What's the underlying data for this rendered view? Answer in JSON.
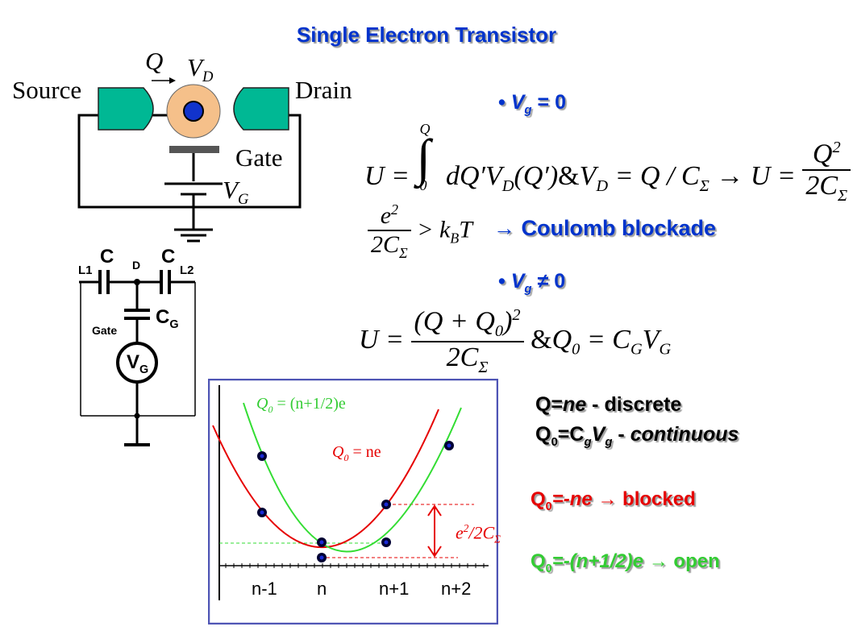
{
  "title": "Single Electron Transistor",
  "device": {
    "q_label": "Q",
    "vd_label": "V",
    "vd_sub": "D",
    "source_label": "Source",
    "drain_label": "Drain",
    "gate_label": "Gate",
    "vg_label": "V",
    "vg_sub": "G"
  },
  "circuit": {
    "l1": "L1",
    "c_left": "C",
    "d": "D",
    "c_right": "C",
    "l2": "L2",
    "cg": "C",
    "cg_sub": "G",
    "gate": "Gate",
    "vg": "V",
    "vg_sub": "G"
  },
  "section1": {
    "bullet": "•",
    "vg_label": "V",
    "vg_sub": "g",
    "condition": " = 0",
    "eq_lhs": "U =",
    "eq_int_upper": "Q",
    "eq_int_lower": "0",
    "eq_integrand": "dQ′V",
    "eq_integrand_sub": "D",
    "eq_integrand_arg": "(Q′)",
    "eq_and": "&",
    "eq_vd": "V",
    "eq_vd_sub": "D",
    "eq_vd_rhs": "= Q / C",
    "eq_sigma": "Σ",
    "eq_arrow": "→",
    "eq_u2": "U =",
    "eq_num": "Q",
    "eq_num_sup": "2",
    "eq_den": "2C",
    "eq_den_sub": "Σ",
    "ineq_num": "e",
    "ineq_num_sup": "2",
    "ineq_den": "2C",
    "ineq_den_sub": "Σ",
    "ineq_rhs": "> k",
    "ineq_rhs_sub": "B",
    "ineq_T": "T",
    "blockade": "→ Coulomb blockade"
  },
  "section2": {
    "bullet": "•",
    "vg_label": "V",
    "vg_sub": "g",
    "condition": " ≠ 0",
    "eq_lhs": "U =",
    "eq_num": "(Q + Q",
    "eq_num_sub": "0",
    "eq_num_close": ")",
    "eq_num_sup": "2",
    "eq_den": "2C",
    "eq_den_sub": "Σ",
    "eq_and": "&",
    "eq_q0": "Q",
    "eq_q0_sub": "0",
    "eq_rhs": "= C",
    "eq_rhs_sub": "G",
    "eq_rhs_v": "V",
    "eq_rhs_v_sub": "G"
  },
  "statements": {
    "s1_a": "Q=",
    "s1_b": "ne",
    "s1_c": " - discrete",
    "s2_a": "Q",
    "s2_a_sub": "0",
    "s2_b": "=C",
    "s2_b_sub": "g",
    "s2_c": "V",
    "s2_c_sub": "g",
    "s2_d": " - ",
    "s2_e": "continuous",
    "s3_a": "Q",
    "s3_a_sub": "0",
    "s3_b": "=-ne",
    "s3_c": " → blocked",
    "s4_a": "Q",
    "s4_a_sub": "0",
    "s4_b": "=-(n+1/2)e",
    "s4_c": " → open"
  },
  "plot": {
    "green_label": "Q",
    "green_label_sub": "0",
    "green_label_rhs": " = (n+1/2)e",
    "red_label": "Q",
    "red_label_sub": "0",
    "red_label_rhs": " = ne",
    "energy_label": "e",
    "energy_sup": "2",
    "energy_rhs": "/2C",
    "energy_sub": "Σ",
    "ticks": [
      "n-1",
      "n",
      "n+1",
      "n+2"
    ],
    "frame_color": "#4f55b5",
    "red_color": "#e60000",
    "green_color": "#33dd33",
    "dot_color": "#000033",
    "dot_inner": "#1a2ad6"
  }
}
